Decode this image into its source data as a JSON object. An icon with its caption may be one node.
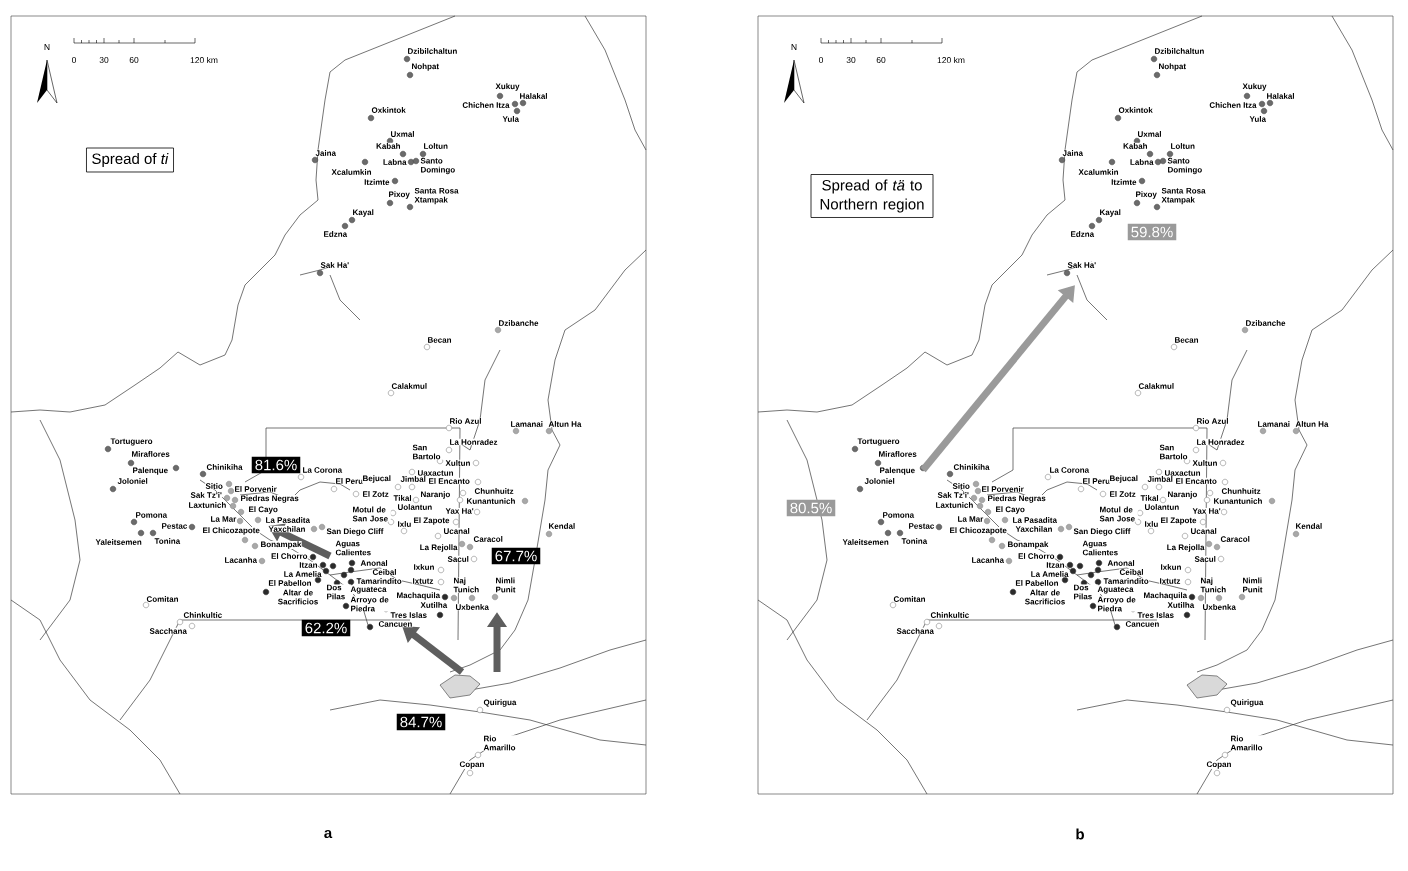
{
  "diagram": {
    "nodes": [
      {
        "text": [
          "Spread of *ti*"
        ]
      },
      {
        "text": [
          "81.6%"
        ]
      },
      {
        "text": [
          "67.7%"
        ]
      },
      {
        "text": [
          "62.2%"
        ]
      },
      {
        "text": [
          "84.7%"
        ]
      },
      {
        "text": [
          "Spread of *tä* to Northern region"
        ]
      },
      {
        "text": [
          "59.8%"
        ]
      },
      {
        "text": [
          "80.5%"
        ]
      }
    ],
    "labels": [
      "N",
      "0",
      "30",
      "60",
      "120 km",
      "Dzibilchaltun",
      "Nohpat",
      "Xukuy",
      "Halakal",
      "Oxkintok",
      "Chichen Itza",
      "Yula",
      "Uxmal",
      "Kabah",
      "Loltun",
      "Jaina",
      "Labna",
      "Santo Domingo",
      "Xcalumkin",
      "Itzimte",
      "Pixoy",
      "Santa Rosa Xtampak",
      "Kayal",
      "Edzna",
      "Sak Ha'",
      "Dzibanche",
      "Becan",
      "Calakmul",
      "Rio Azul",
      "Lamanai",
      "Altun Ha",
      "Tortuguero",
      "La Honradez",
      "Miraflores",
      "San Bartolo",
      "Palenque",
      "Chinikiha",
      "La Corona",
      "Uaxactun",
      "Xultun",
      "Joloniel",
      "El Peru",
      "Bejucal",
      "Jimbal",
      "El Encanto",
      "Sitio",
      "El Porvenir",
      "Chunhuitz",
      "Sak Tz'i'",
      "Piedras Negras",
      "El Zotz",
      "Tikal",
      "Naranjo",
      "Laxtunich",
      "Uolantun",
      "Kunantunich",
      "Pomona",
      "El Cayo",
      "Motul de San Jose",
      "Yax Ha'",
      "Pestac",
      "La Mar",
      "La Pasadita",
      "Ixlu",
      "El Zapote",
      "Kendal",
      "El Chicozapote",
      "Yaxchilan",
      "San Diego Cliff",
      "Ucanal",
      "Yaleitsemen",
      "Tonina",
      "Caracol",
      "Bonampak",
      "Aguas Calientes",
      "La Rejolla",
      "Lacanha",
      "El Chorro",
      "Sacul",
      "Itzan",
      "Anonal",
      "Ixkun",
      "La Amelia",
      "Ceibal",
      "El Pabellon",
      "Tamarindito",
      "Ixtutz",
      "Naj Tunich",
      "Nimli Punit",
      "Comitan",
      "Altar de Sacrificios",
      "Dos Pilas",
      "Aguateca",
      "Machaquila",
      "Arroyo de Piedra",
      "Xutilha",
      "Uxbenka",
      "Chinkultic",
      "Tres Islas",
      "Cancuen",
      "Sacchana",
      "Quirigua",
      "Rio Amarillo",
      "Copan",
      "N",
      "0",
      "30",
      "60",
      "120 km",
      "Dzibilchaltun",
      "Nohpat",
      "Xukuy",
      "Halakal",
      "Oxkintok",
      "Chichen Itza",
      "Yula",
      "Uxmal",
      "Kabah",
      "Loltun",
      "Jaina",
      "Labna",
      "Santo Domingo",
      "Xcalumkin",
      "Itzimte",
      "Pixoy",
      "Santa Rosa Xtampak",
      "Kayal",
      "Edzna",
      "Sak Ha'",
      "Dzibanche",
      "Becan",
      "Calakmul",
      "Rio Azul",
      "Lamanai",
      "Altun Ha",
      "Tortuguero",
      "La Honradez",
      "Miraflores",
      "San Bartolo",
      "Palenque",
      "Chinikiha",
      "La Corona",
      "Uaxactun",
      "Xultun",
      "Joloniel",
      "El Peru",
      "Bejucal",
      "Jimbal",
      "El Encanto",
      "Sitio",
      "El Porvenir",
      "Chunhuitz",
      "Sak Tz'i'",
      "Piedras Negras",
      "El Zotz",
      "Tikal",
      "Naranjo",
      "Laxtunich",
      "Uolantun",
      "Kunantunich",
      "Pomona",
      "El Cayo",
      "Motul de San Jose",
      "Yax Ha'",
      "Pestac",
      "La Mar",
      "La Pasadita",
      "Ixlu",
      "El Zapote",
      "Kendal",
      "El Chicozapote",
      "Yaxchilan",
      "San Diego Cliff",
      "Ucanal",
      "Yaleitsemen",
      "Tonina",
      "Caracol",
      "Bonampak",
      "Aguas Calientes",
      "La Rejolla",
      "Lacanha",
      "El Chorro",
      "Sacul",
      "Itzan",
      "Anonal",
      "Ixkun",
      "La Amelia",
      "Ceibal",
      "El Pabellon",
      "Tamarindito",
      "Ixtutz",
      "Naj Tunich",
      "Nimli Punit",
      "Comitan",
      "Altar de Sacrificios",
      "Dos Pilas",
      "Aguateca",
      "Machaquila",
      "Arroyo de Piedra",
      "Xutilha",
      "Uxbenka",
      "Chinkultic",
      "Tres Islas",
      "Cancuen",
      "Sacchana",
      "Quirigua",
      "Rio Amarillo",
      "Copan",
      "a",
      "b"
    ]
  }
}
